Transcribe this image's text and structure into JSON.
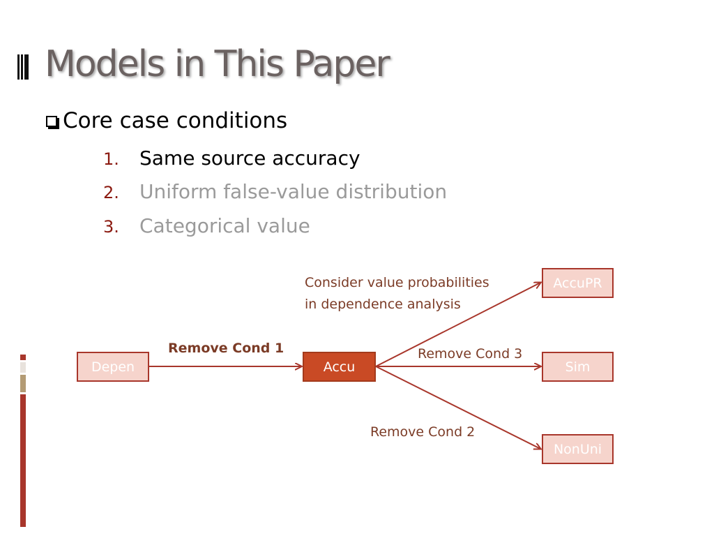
{
  "slide": {
    "title": "Models in This Paper",
    "bullet": "Core case conditions",
    "list": [
      {
        "num": "1.",
        "text": "Same source accuracy",
        "state": "active"
      },
      {
        "num": "2.",
        "text": "Uniform false-value distribution",
        "state": "dim"
      },
      {
        "num": "3.",
        "text": "Categorical value",
        "state": "dim"
      }
    ]
  },
  "diagram": {
    "nodes": {
      "depen": "Depen",
      "accu": "Accu",
      "accupr": "AccuPR",
      "sim": "Sim",
      "nonuni": "NonUni"
    },
    "edges": {
      "remove_cond_1": "Remove Cond 1",
      "consider_line1": "Consider value probabilities",
      "consider_line2": "in dependence analysis",
      "remove_cond_3": "Remove Cond 3",
      "remove_cond_2": "Remove Cond 2"
    }
  },
  "colors": {
    "title": "#6b6261",
    "accent": "#a8362b",
    "node_fill": "#f6d4cc",
    "main_node_fill": "#c94a25",
    "edge_label": "#7b3b26"
  }
}
